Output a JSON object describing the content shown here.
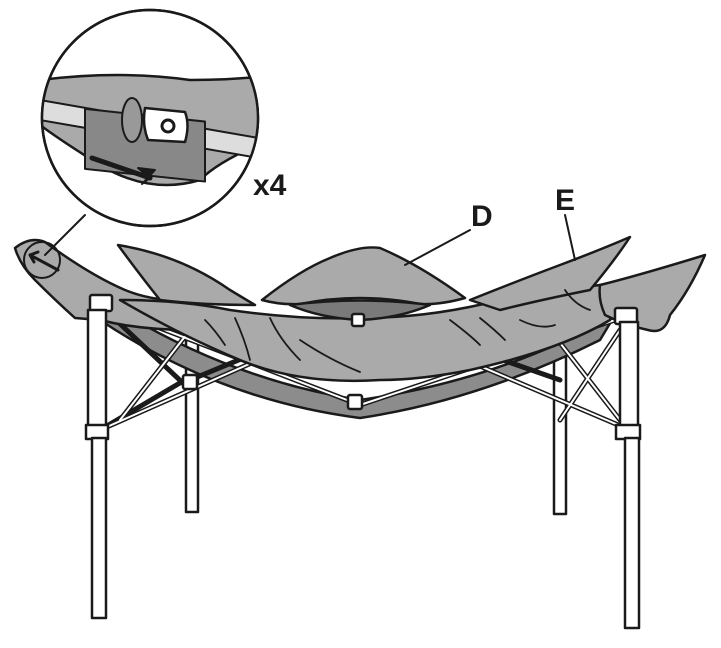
{
  "labels": {
    "canopy_label": "D",
    "frame_label": "E",
    "quantity": "x4"
  },
  "colors": {
    "fabric": "#aaaaaa",
    "fabric_dark": "#888888",
    "frame": "#ffffff",
    "outline": "#1a1a1a"
  },
  "icons": {
    "direction": "arrow-icon",
    "fastener": "hook-loop-fastener-icon"
  }
}
